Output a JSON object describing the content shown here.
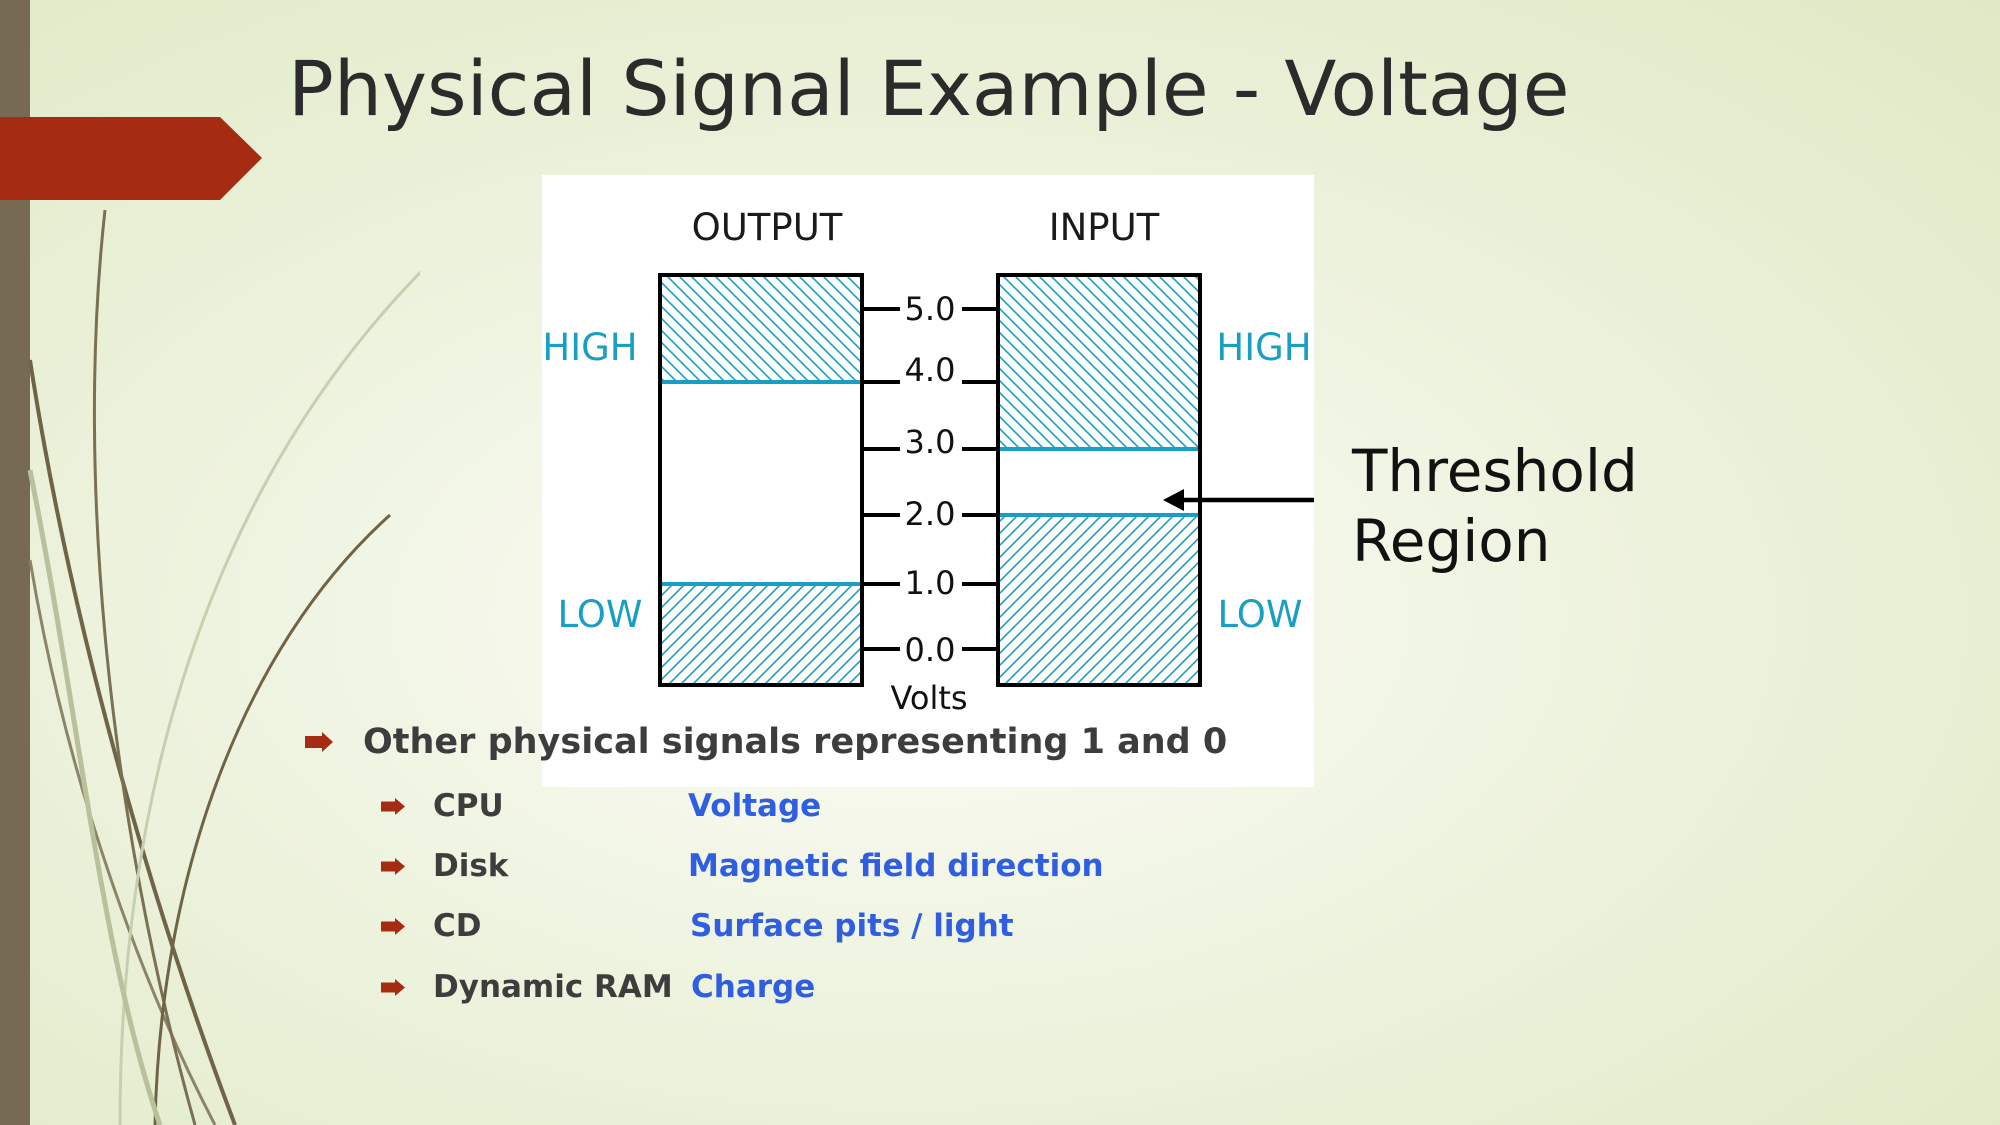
{
  "slide": {
    "title": "Physical Signal Example - Voltage"
  },
  "diagram": {
    "output_label": "OUTPUT",
    "input_label": "INPUT",
    "output_high": "HIGH",
    "output_low": "LOW",
    "input_high": "HIGH",
    "input_low": "LOW",
    "ticks": [
      "5.0",
      "4.0",
      "3.0",
      "2.0",
      "1.0",
      "0.0"
    ],
    "axis_label": "Volts",
    "annotation": [
      "Threshold",
      "Region"
    ],
    "colors": {
      "level": "#1a9fc4",
      "accent": "#a52c12"
    }
  },
  "bullets": {
    "main": "Other physical signals representing 1 and 0",
    "items": [
      {
        "label": "CPU",
        "value": "Voltage"
      },
      {
        "label": "Disk",
        "value": "Magnetic field direction"
      },
      {
        "label": "CD",
        "value": "Surface pits / light"
      },
      {
        "label": "Dynamic RAM",
        "value": "Charge"
      }
    ]
  }
}
